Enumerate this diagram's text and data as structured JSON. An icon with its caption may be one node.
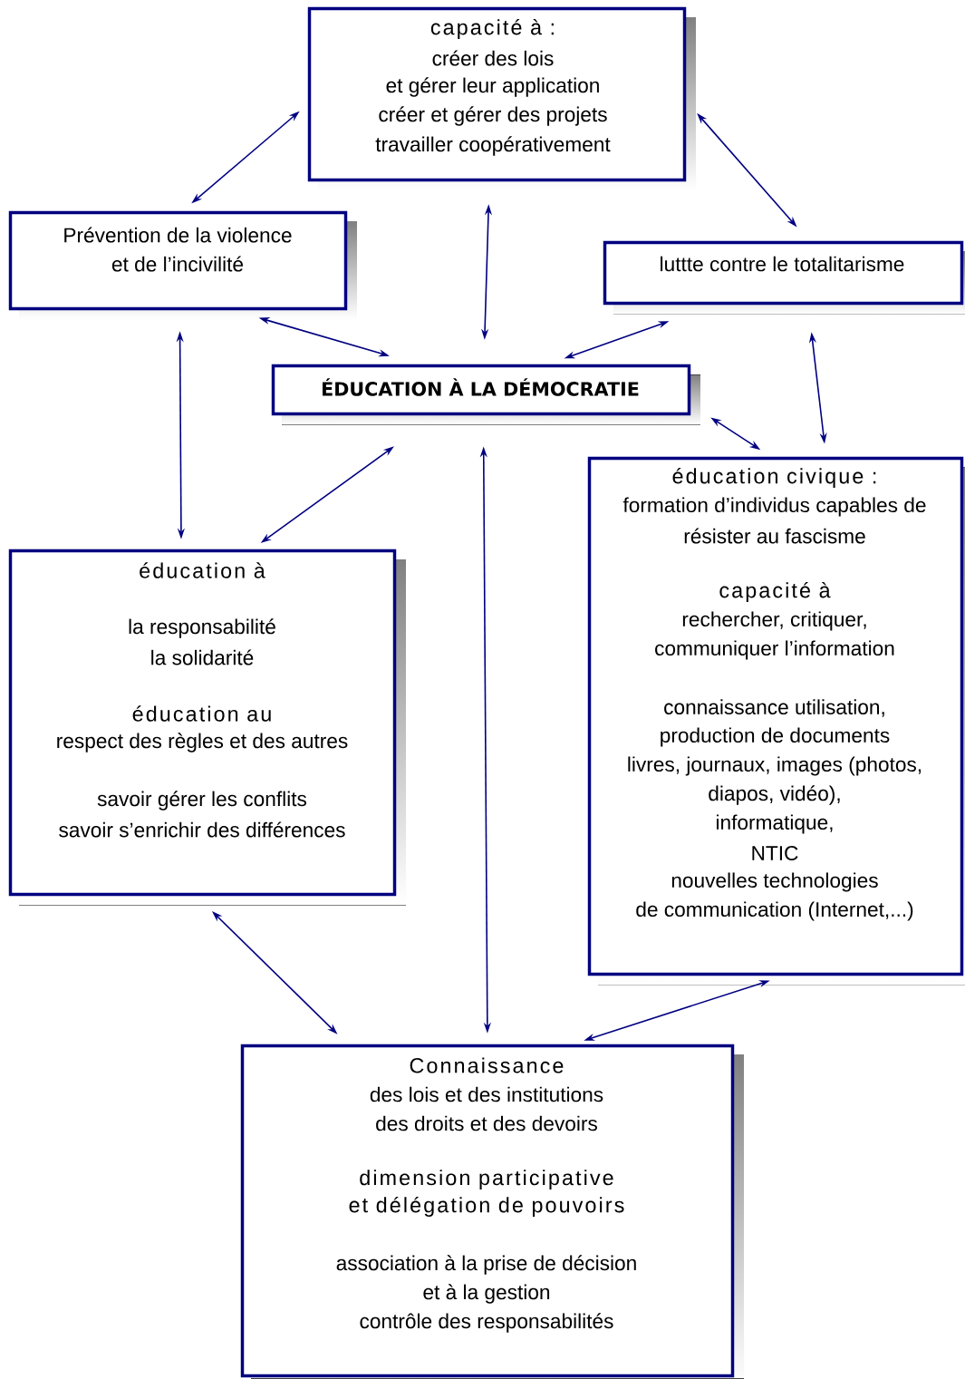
{
  "diagram": {
    "nodes": [
      {
        "text": [
          "capacité à :",
          "créer des lois",
          "et gérer leur application",
          "créer et gérer des projets",
          "travailler coopérativement"
        ]
      },
      {
        "text": [
          "Prévention de la violence",
          "et de l’incivilité"
        ]
      },
      {
        "text": [
          "luttte contre le totalitarisme"
        ]
      },
      {
        "text": [
          "ÉDUCATION À LA DÉMOCRATIE"
        ]
      },
      {
        "text": [
          "éducation à",
          "la responsabilité",
          "la solidarité",
          "éducation au",
          "respect des règles et des  autres",
          "savoir gérer les conflits",
          "savoir s’enrichir des différences"
        ]
      },
      {
        "text": [
          "éducation civique :",
          "formation d’individus capables de",
          "résister au  fascisme",
          "capacité à",
          "rechercher, critiquer,",
          "communiquer l’information",
          "connaissance utilisation,",
          "production  de documents",
          "livres, journaux, images (photos,",
          "diapos, vidéo),",
          "informatique,",
          "NTIC",
          "nouvelles technologies",
          "de communication  (Internet,...)"
        ]
      },
      {
        "text": [
          "Connaissance",
          "des lois et des institutions",
          "des droits et des devoirs",
          "dimension participative",
          "et délégation de pouvoirs",
          "association à la  prise de décision",
          "et à la gestion",
          "contrôle des  responsabilités"
        ]
      }
    ],
    "edges": [
      {
        "from": 0,
        "to": 1,
        "arrow": "both"
      },
      {
        "from": 0,
        "to": 2,
        "arrow": "both"
      },
      {
        "from": 0,
        "to": 3,
        "arrow": "both"
      },
      {
        "from": 1,
        "to": 3,
        "arrow": "both"
      },
      {
        "from": 2,
        "to": 3,
        "arrow": "both"
      },
      {
        "from": 1,
        "to": 4,
        "arrow": "both"
      },
      {
        "from": 2,
        "to": 5,
        "arrow": "both"
      },
      {
        "from": 3,
        "to": 5,
        "arrow": "both"
      },
      {
        "from": 3,
        "to": 4,
        "arrow": "both"
      },
      {
        "from": 3,
        "to": 6,
        "arrow": "both"
      },
      {
        "from": 4,
        "to": 6,
        "arrow": "both"
      },
      {
        "from": 5,
        "to": 6,
        "arrow": "both"
      }
    ]
  }
}
